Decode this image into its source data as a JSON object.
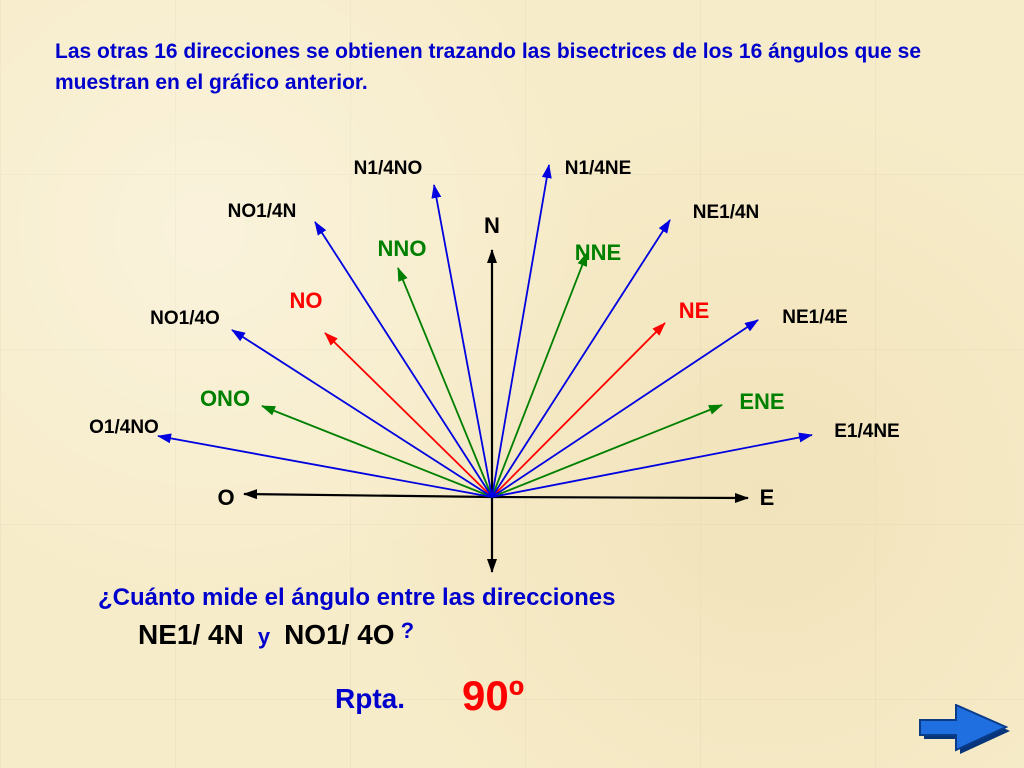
{
  "intro": "Las otras 16 direcciones se obtienen trazando las bisectrices de los 16 ángulos que se muestran en el gráfico anterior.",
  "rose": {
    "colors": {
      "blue": "#0000e0",
      "green": "#008000",
      "red": "#ff0000",
      "black": "#000000"
    },
    "directions": [
      {
        "name": "N",
        "color": "black",
        "label": "N"
      },
      {
        "name": "O",
        "color": "black",
        "label": "O"
      },
      {
        "name": "E",
        "color": "black",
        "label": "E"
      },
      {
        "name": "S",
        "color": "black",
        "label": ""
      },
      {
        "name": "NO",
        "color": "red",
        "label": "NO"
      },
      {
        "name": "NE",
        "color": "red",
        "label": "NE"
      },
      {
        "name": "NNO",
        "color": "green",
        "label": "NNO"
      },
      {
        "name": "NNE",
        "color": "green",
        "label": "NNE"
      },
      {
        "name": "ONO",
        "color": "green",
        "label": "ONO"
      },
      {
        "name": "ENE",
        "color": "green",
        "label": "ENE"
      },
      {
        "name": "N1/4NO",
        "color": "blue",
        "label": "N1/4NO"
      },
      {
        "name": "N1/4NE",
        "color": "blue",
        "label": "N1/4NE"
      },
      {
        "name": "NO1/4N",
        "color": "blue",
        "label": "NO1/4N"
      },
      {
        "name": "NE1/4N",
        "color": "blue",
        "label": "NE1/4N"
      },
      {
        "name": "NO1/4O",
        "color": "blue",
        "label": "NO1/4O"
      },
      {
        "name": "NE1/4E",
        "color": "blue",
        "label": "NE1/4E"
      },
      {
        "name": "O1/4NO",
        "color": "blue",
        "label": "O1/4NO"
      },
      {
        "name": "E1/4NE",
        "color": "blue",
        "label": "E1/4NE"
      }
    ]
  },
  "question": {
    "line1": "¿Cuánto mide el ángulo entre las direcciones",
    "dir_a": "NE1/ 4N",
    "conj": "y",
    "dir_b": "NO1/ 4O",
    "qmark": "?"
  },
  "answer": {
    "label": "Rpta.",
    "value": "90º"
  },
  "nav": {
    "next_icon": "next-arrow-icon",
    "color": "#1060d0"
  }
}
